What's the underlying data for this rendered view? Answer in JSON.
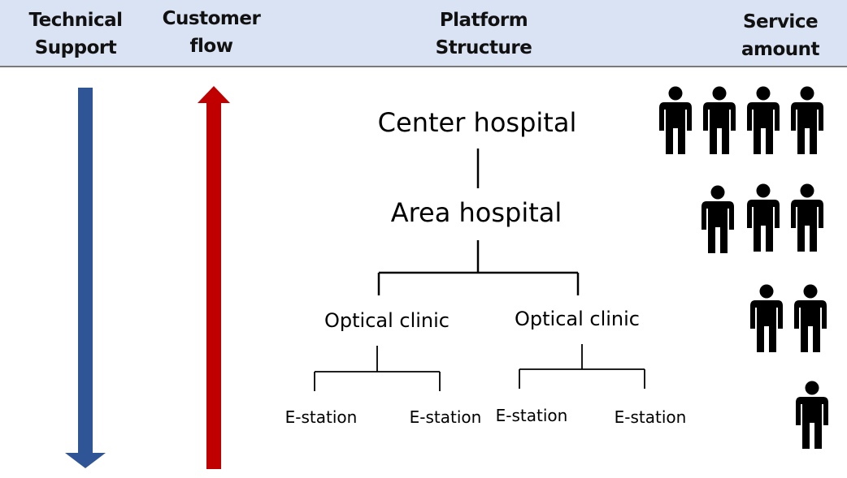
{
  "header": {
    "col_technical": [
      "Technical",
      "Support"
    ],
    "col_customer": [
      "Customer",
      "flow"
    ],
    "col_platform": [
      "Platform",
      "Structure"
    ],
    "col_service": [
      "Service",
      "amount"
    ]
  },
  "structure": {
    "center": "Center hospital",
    "area": "Area hospital",
    "clinic_left": "Optical clinic",
    "clinic_right": "Optical clinic",
    "estation_1": "E-station",
    "estation_2": "E-station",
    "estation_3": "E-station",
    "estation_4": "E-station"
  },
  "colors": {
    "header_bg": "#dae3f3",
    "technical_arrow": "#2f5597",
    "customer_arrow": "#c00000",
    "person": "#000000"
  },
  "service_amount": {
    "row_counts": [
      4,
      3,
      2,
      1
    ],
    "icon": "person-icon"
  }
}
